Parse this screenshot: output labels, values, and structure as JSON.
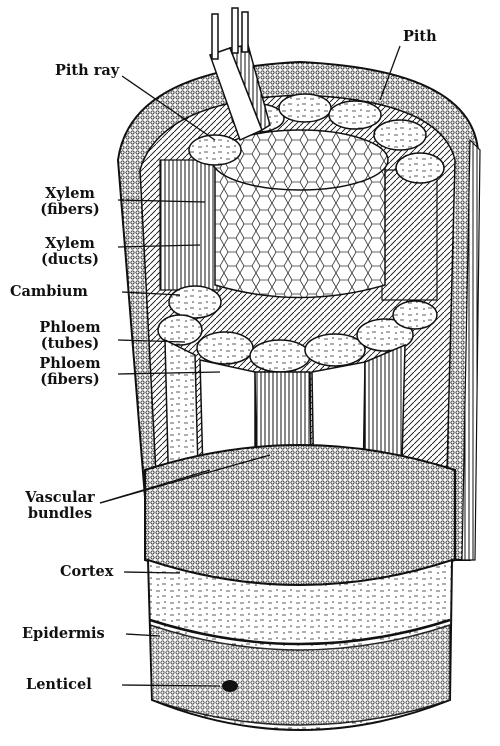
{
  "figure": {
    "labels": {
      "pith": "Pith",
      "pith_ray": "Pith ray",
      "xylem_fibers": [
        "Xylem",
        "(fibers)"
      ],
      "xylem_ducts": [
        "Xylem",
        "(ducts)"
      ],
      "cambium": "Cambium",
      "phloem_tubes": [
        "Phloem",
        "(tubes)"
      ],
      "phloem_fibers": [
        "Phloem",
        "(fibers)"
      ],
      "vascular_bundles": [
        "Vascular",
        "bundles"
      ],
      "cortex": "Cortex",
      "epidermis": "Epidermis",
      "lenticel": "Lenticel"
    }
  }
}
